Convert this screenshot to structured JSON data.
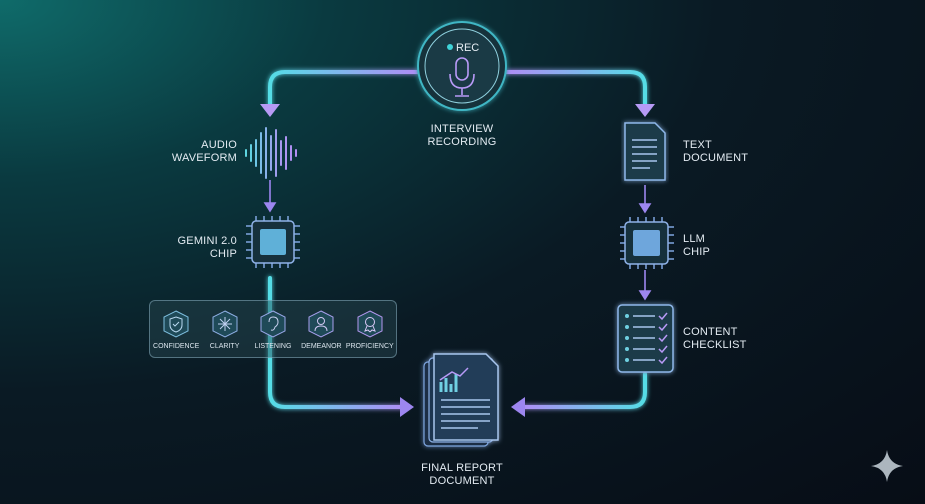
{
  "recording": {
    "status": "REC",
    "label_line1": "INTERVIEW",
    "label_line2": "RECORDING"
  },
  "left_branch": {
    "waveform_label": [
      "AUDIO",
      "WAVEFORM"
    ],
    "chip_label": [
      "GEMINI 2.0",
      "CHIP"
    ],
    "metrics": [
      {
        "label": "CONFIDENCE",
        "icon": "shield-check-icon"
      },
      {
        "label": "CLARITY",
        "icon": "sparkle-icon"
      },
      {
        "label": "LISTENING",
        "icon": "ear-icon"
      },
      {
        "label": "DEMEANOR",
        "icon": "person-icon"
      },
      {
        "label": "PROFICIENCY",
        "icon": "award-badge-icon"
      }
    ]
  },
  "right_branch": {
    "document_label": [
      "TEXT",
      "DOCUMENT"
    ],
    "chip_label": [
      "LLM",
      "CHIP"
    ],
    "checklist_label": [
      "CONTENT",
      "CHECKLIST"
    ]
  },
  "final": {
    "label": [
      "FINAL REPORT",
      "DOCUMENT"
    ]
  },
  "colors": {
    "cyan": "#4fd8e0",
    "violet": "#a58cf0",
    "background": "#0a1a24"
  }
}
